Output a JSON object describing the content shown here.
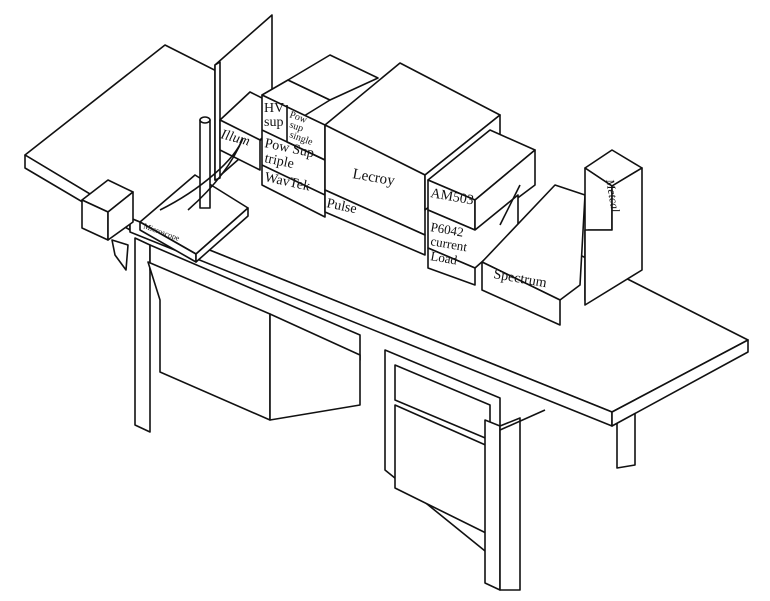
{
  "labels": {
    "hv_sup": [
      "HV",
      "sup"
    ],
    "pow_sup_single": [
      "Pow",
      "sup",
      "single"
    ],
    "illum": "Illum",
    "pow_sup_triple": [
      "Pow Sup",
      "triple"
    ],
    "wavtek": "WavTek",
    "lecroy": "Lecroy",
    "pulse": "Pulse",
    "am503": "AM503",
    "p6042": [
      "P6042",
      "current"
    ],
    "load": "Load",
    "spectrum": "Spectrum",
    "metcal": "Metcal",
    "microscope": "Microscope"
  }
}
